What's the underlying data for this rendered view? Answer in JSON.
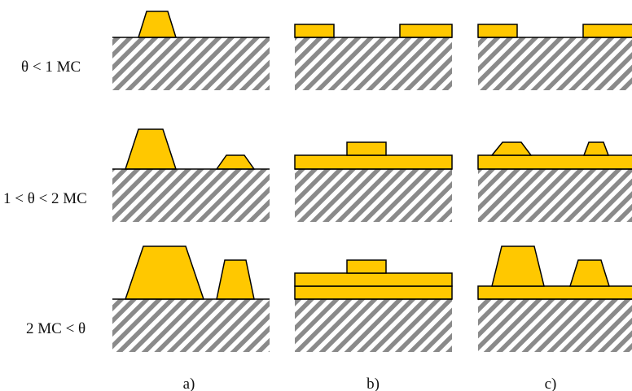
{
  "row_labels": [
    "θ < 1 MC",
    "1 < θ < 2 MC",
    "2 MC < θ"
  ],
  "column_labels": [
    "a)",
    "b)",
    "c)"
  ],
  "colors": {
    "deposit": "#FFC800",
    "outline": "#000000",
    "hatch": "#8a8a8a",
    "background": "#ffffff"
  }
}
